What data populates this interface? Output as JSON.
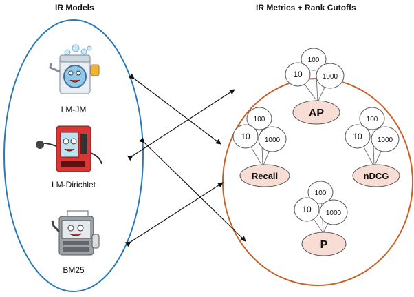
{
  "titles": {
    "left": "IR Models",
    "right": "IR Metrics + Rank Cutoffs"
  },
  "models": [
    {
      "label": "LM-JM",
      "icon": "washing-machine-mascot-icon"
    },
    {
      "label": "LM-Dirichlet",
      "icon": "vending-machine-mascot-icon"
    },
    {
      "label": "BM25",
      "icon": "copier-mascot-icon"
    }
  ],
  "metrics": [
    {
      "label": "AP",
      "cutoffs": [
        "100",
        "10",
        "1000"
      ]
    },
    {
      "label": "Recall",
      "cutoffs": [
        "100",
        "10",
        "1000"
      ]
    },
    {
      "label": "nDCG",
      "cutoffs": [
        "100",
        "10",
        "1000"
      ]
    },
    {
      "label": "P",
      "cutoffs": [
        "100",
        "10",
        "1000"
      ]
    }
  ],
  "colors": {
    "left_ellipse": "#2a7ab8",
    "right_ellipse": "#c8622a",
    "metric_fill": "#f8ddd4"
  }
}
